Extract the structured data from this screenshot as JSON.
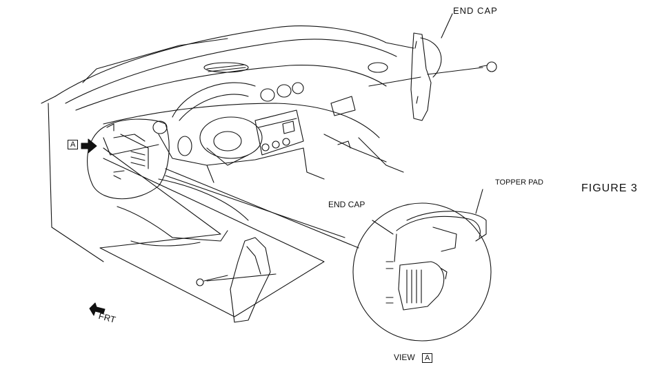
{
  "figure": {
    "figure_label": "FIGURE 3",
    "labels": {
      "end_cap_top": "END CAP",
      "end_cap_detail": "END CAP",
      "topper_pad": "TOPPER PAD",
      "frt": "FRT",
      "view_prefix": "VIEW",
      "view_ref": "A",
      "callout_ref": "A"
    }
  }
}
